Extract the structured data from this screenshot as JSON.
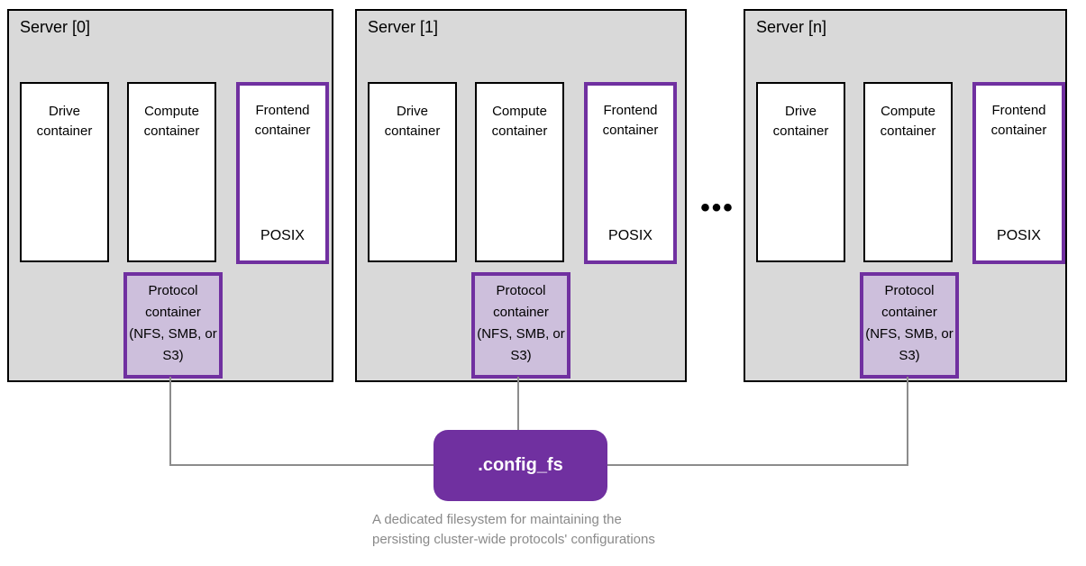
{
  "servers": [
    {
      "title": "Server [0]",
      "drive_label": "Drive container",
      "compute_label": "Compute container",
      "frontend_label": "Frontend container",
      "frontend_protocol": "POSIX",
      "protocol_label": "Protocol container (NFS, SMB, or S3)"
    },
    {
      "title": "Server [1]",
      "drive_label": "Drive container",
      "compute_label": "Compute container",
      "frontend_label": "Frontend container",
      "frontend_protocol": "POSIX",
      "protocol_label": "Protocol container (NFS, SMB, or S3)"
    },
    {
      "title": "Server [n]",
      "drive_label": "Drive container",
      "compute_label": "Compute container",
      "frontend_label": "Frontend container",
      "frontend_protocol": "POSIX",
      "protocol_label": "Protocol container (NFS, SMB, or S3)"
    }
  ],
  "ellipsis": "•••",
  "config_fs": {
    "label": ".config_fs"
  },
  "caption": {
    "line1": "A dedicated filesystem for maintaining the",
    "line2": "persisting cluster-wide protocols' configurations"
  },
  "colors": {
    "accent_purple": "#7030A0",
    "protocol_fill": "#cdbfdc",
    "server_fill": "#d9d9d9",
    "box_border_black": "#000000",
    "connector_gray": "#8c8c8c",
    "caption_gray": "#8a8a8a"
  }
}
